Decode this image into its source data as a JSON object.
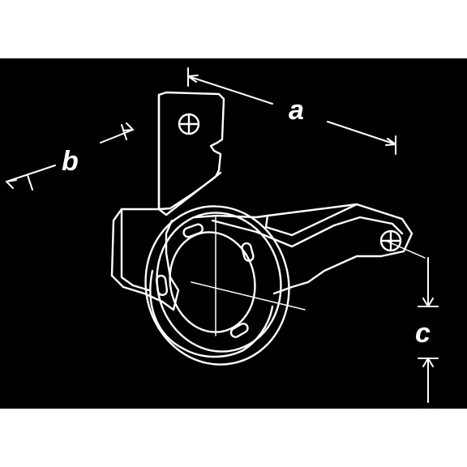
{
  "figure": {
    "background_color": "#000000",
    "line_color": "#ffffff",
    "page_color": "#ffffff",
    "labels": {
      "a": "a",
      "b": "b",
      "c": "c"
    }
  }
}
